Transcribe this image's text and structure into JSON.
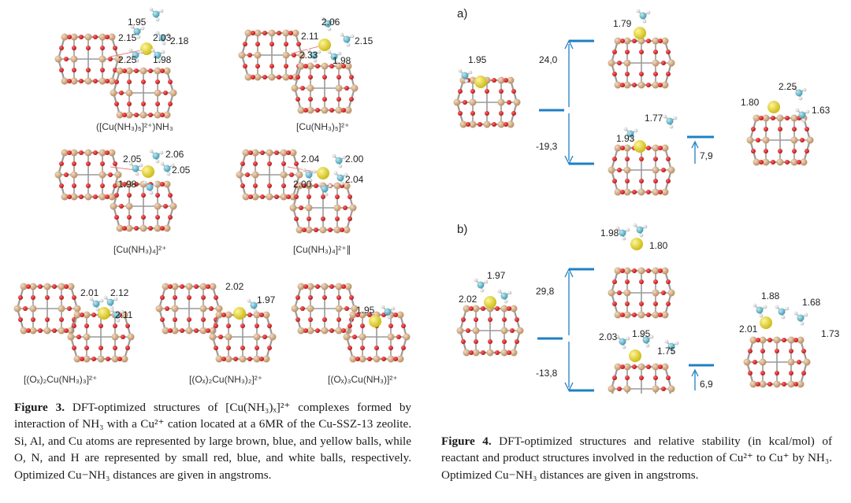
{
  "figure3": {
    "molecules": [
      {
        "label": "([Cu(NH₃)₅]²⁺)NH₃",
        "distances": [
          "1.95",
          "2.15",
          "2.03",
          "2.18",
          "2.25",
          "1.98"
        ]
      },
      {
        "label": "[Cu(NH₃)₅]²⁺",
        "distances": [
          "2.06",
          "2.11",
          "2.15",
          "2.33",
          "1.98"
        ]
      },
      {
        "label": "[Cu(NH₃)₄]²⁺",
        "distances": [
          "2.05",
          "2.06",
          "2.05",
          "1.98"
        ]
      },
      {
        "label": "[Cu(NH₃)₄]²⁺∥",
        "distances": [
          "2.04",
          "2.00",
          "2.00",
          "2.04"
        ]
      },
      {
        "label": "[(Oₓ)₂Cu(NH₃)₃]²⁺",
        "distances": [
          "2.01",
          "2.12",
          "2.11"
        ]
      },
      {
        "label": "[(Oₓ)₂Cu(NH₃)₂]²⁺",
        "distances": [
          "2.02",
          "1.97"
        ]
      },
      {
        "label": "[(Oₓ)₃Cu(NH₃)]²⁺",
        "distances": [
          "1.95"
        ]
      }
    ],
    "caption_bold": "Figure 3.",
    "caption_text": "DFT-optimized structures of [Cu(NH₃)ₓ]²⁺ complexes formed by interaction of NH₃ with a Cu²⁺ cation located at a 6MR of the Cu-SSZ-13 zeolite. Si, Al, and Cu atoms are represented by large brown, blue, and yellow balls, while O, N, and H are represented by small red, blue, and white balls, respectively. Optimized Cu−NH₃ distances are given in angstroms."
  },
  "figure4": {
    "panel_a": {
      "label": "a)",
      "energy_up": "24,0",
      "energy_down": "-19,3",
      "energy_small": "7,9",
      "dist_reactant": [
        "1.95"
      ],
      "dist_top": [
        "1.79"
      ],
      "dist_bottom": [
        "1.77",
        "1.93"
      ],
      "dist_right": [
        "2.25",
        "1.80",
        "1.63"
      ]
    },
    "panel_b": {
      "label": "b)",
      "energy_up": "29,8",
      "energy_down": "-13,8",
      "energy_small": "6,9",
      "dist_reactant": [
        "1.97",
        "2.02"
      ],
      "dist_top": [
        "1.98",
        "1.80"
      ],
      "dist_bottom": [
        "2.03",
        "1.95",
        "1.75"
      ],
      "dist_right": [
        "1.88",
        "2.01",
        "1.68",
        "1.73"
      ]
    },
    "caption_bold": "Figure 4.",
    "caption_text": "DFT-optimized structures and relative stability (in kcal/mol) of reactant and product structures involved in the reduction of Cu²⁺ to Cu⁺ by NH₃. Optimized Cu−NH₃ distances are given in angstroms."
  },
  "colors": {
    "energy_level": "#1f7fc4",
    "brown": "#c89b6f",
    "red": "#d31a1a",
    "blue": "#4fb0c6",
    "yellow": "#e3d51a"
  }
}
